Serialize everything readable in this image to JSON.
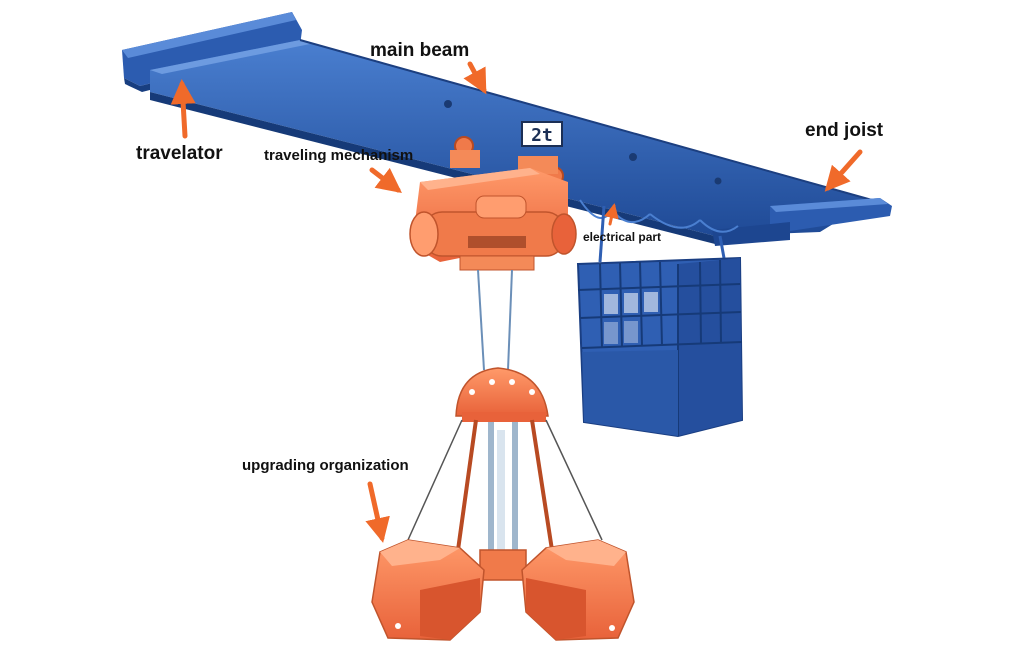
{
  "labels": {
    "main_beam": "main beam",
    "travelator": "travelator",
    "traveling_mechanism": "traveling mechanism",
    "end_joist": "end joist",
    "electrical_part": "electrical part",
    "upgrading_organization": "upgrading organization"
  },
  "beam_plate_text": "2t",
  "colors": {
    "structure_blue": "#2f5fb3",
    "machinery_orange": "#f07a4a",
    "arrow_orange": "#f06a2a",
    "label_text": "#111111"
  }
}
